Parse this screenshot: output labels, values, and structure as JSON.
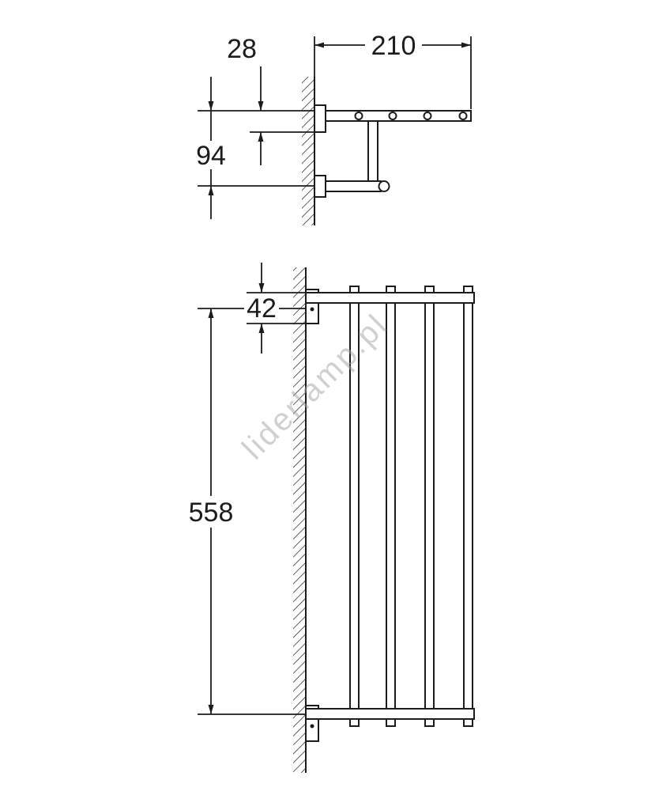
{
  "watermark": {
    "text": "liderlamp.pl"
  },
  "colors": {
    "line": "#1c1c1c",
    "watermark": "#a3a3a3"
  },
  "side_view": {
    "dim_depth": "210",
    "dim_top_offset": "28",
    "dim_bar_drop": "94"
  },
  "front_view": {
    "dim_profile": "42",
    "dim_length": "558"
  }
}
